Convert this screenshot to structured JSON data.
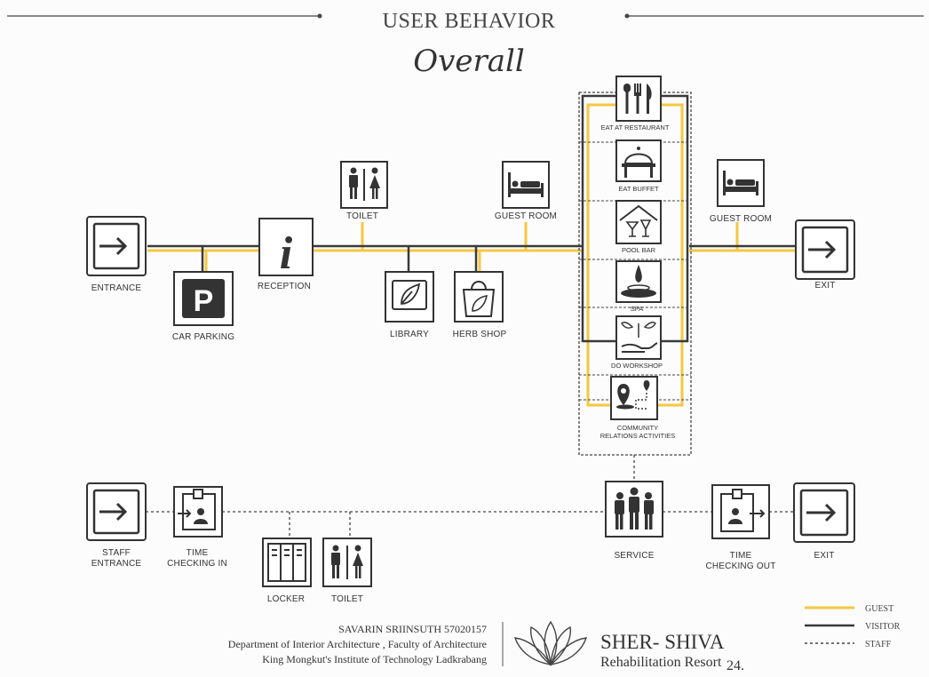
{
  "header": {
    "title": "USER BEHAVIOR",
    "subtitle": "Overall"
  },
  "nodes": {
    "entrance": "ENTRANCE",
    "car_parking": "CAR PARKING",
    "reception": "RECEPTION",
    "toilet_top": "TOILET",
    "library": "LIBRARY",
    "herb_shop": "HERB SHOP",
    "guest_room_1": "GUEST ROOM",
    "eat_restaurant": "EAT AT RESTAURANT",
    "eat_buffet": "EAT BUFFET",
    "pool_bar": "POOL BAR",
    "spa": "SPA",
    "do_workshop": "DO WORKSHOP",
    "community_1": "COMMUNITY",
    "community_2": "RELATIONS ACTIVITIES",
    "guest_room_2": "GUEST ROOM",
    "exit_top": "EXIT",
    "staff_entrance_1": "STAFF",
    "staff_entrance_2": "ENTRANCE",
    "time_in_1": "TIME",
    "time_in_2": "CHECKING IN",
    "locker": "LOCKER",
    "toilet_bottom": "TOILET",
    "service": "SERVICE",
    "time_out_1": "TIME",
    "time_out_2": "CHECKING OUT",
    "exit_bottom": "EXIT",
    "parking_letter": "P",
    "info_letter": "i"
  },
  "legend": {
    "guest": "GUEST",
    "visitor": "VISITOR",
    "staff": "STAFF"
  },
  "footer": {
    "author": "SAVARIN SRIINSUTH  57020157",
    "department": "Department of Interior Architecture , Faculty of Architecture",
    "institute": "King Mongkut's Institute of Technology Ladkrabang",
    "brand_name": "SHER- SHIVA",
    "brand_sub": "Rehabilitation Resort",
    "page_number": "24."
  },
  "colors": {
    "guest": "#f5c842",
    "visitor": "#3a3a3a",
    "staff": "#444444",
    "icon": "#333333"
  }
}
